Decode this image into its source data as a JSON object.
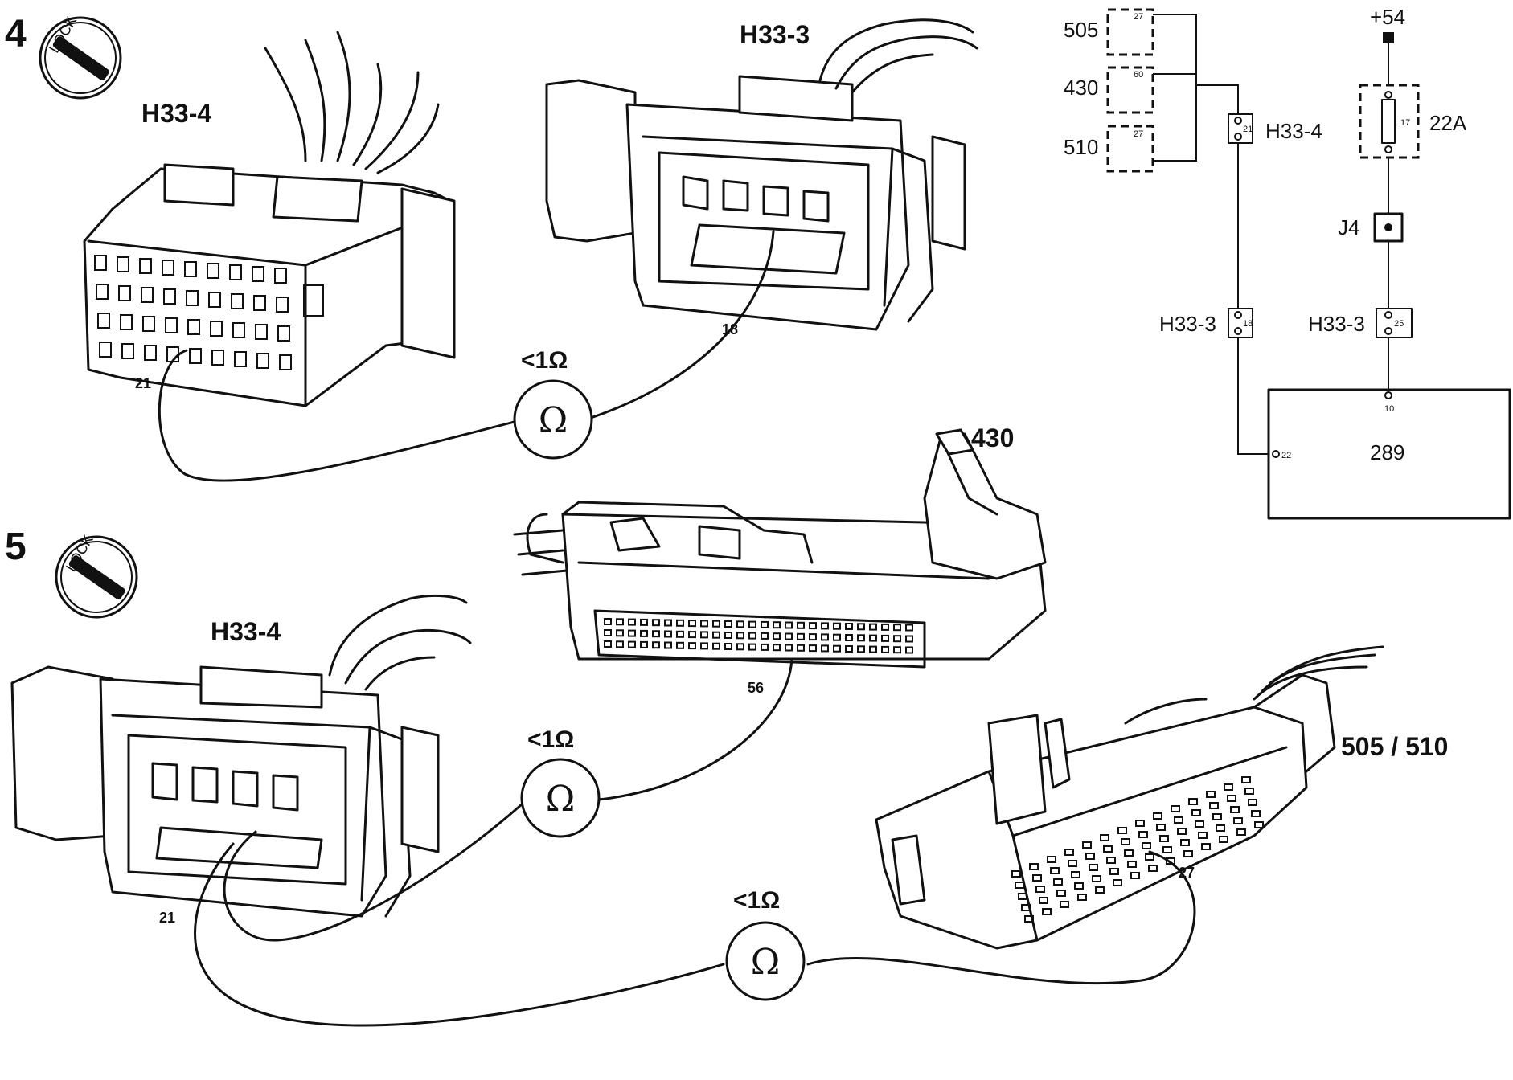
{
  "steps": {
    "four": "4",
    "five": "5"
  },
  "lock_text": "LOCK",
  "step4": {
    "connector_a": "H33-4",
    "connector_b": "H33-3",
    "pin_a": "21",
    "pin_b": "18",
    "resistance": "<1Ω",
    "ohm_symbol": "Ω"
  },
  "step5": {
    "connector_a": "H33-4",
    "pin_a": "21",
    "ecu_430_label": "430",
    "ecu_430_pin": "56",
    "ecu_505_label": "505 / 510",
    "ecu_505_pin": "27",
    "resistance_upper": "<1Ω",
    "resistance_lower": "<1Ω",
    "ohm_symbol": "Ω"
  },
  "schematic": {
    "modules": [
      {
        "label": "505",
        "pin": "27"
      },
      {
        "label": "430",
        "pin": "60"
      },
      {
        "label": "510",
        "pin": "27"
      }
    ],
    "supply": "+54",
    "fuse_pin": "17",
    "fuse_rating": "22A",
    "junction": "J4",
    "h33_4_label": "H33-4",
    "h33_4_pin": "21",
    "h33_3_left_label": "H33-3",
    "h33_3_left_pin": "18",
    "h33_3_right_label": "H33-3",
    "h33_3_right_pin": "25",
    "unit_label": "289",
    "unit_pin_top": "10",
    "unit_pin_left": "22"
  },
  "colors": {
    "ink": "#111111",
    "paper": "#ffffff"
  }
}
